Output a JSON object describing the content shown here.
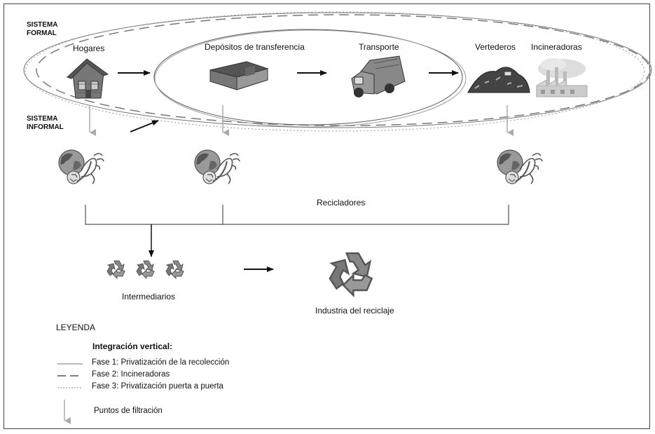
{
  "labels": {
    "formal_line1": "SISTEMA",
    "formal_line2": "FORMAL",
    "informal_line1": "SISTEMA",
    "informal_line2": "INFORMAL",
    "hogares": "Hogares",
    "depositos": "Depósitos de transferencia",
    "transporte": "Transporte",
    "vertederos": "Vertederos",
    "incineradoras": "Incineradoras",
    "recicladores": "Recicladores",
    "intermediarios": "Intermediarios",
    "industria": "Industria del reciclaje"
  },
  "legend": {
    "title": "LEYENDA",
    "subtitle": "Integración vertical:",
    "items": [
      {
        "style": "solid",
        "label": "Fase 1: Privatización de la recolección"
      },
      {
        "style": "dashed",
        "label": "Fase 2: Incineradoras"
      },
      {
        "style": "dotted",
        "label": "Fase 3: Privatización puerta a puerta"
      }
    ],
    "arrow_label": "Puntos de filtración"
  },
  "colors": {
    "arrow": "#111111",
    "filtration_arrow": "#aaaaaa",
    "ellipse": "#555555",
    "icon_dark": "#555555",
    "icon_mid": "#888888",
    "icon_light": "#cccccc"
  },
  "icons": {
    "hogares": "house-icon",
    "depositos": "warehouse-icon",
    "transporte": "garbage-truck-icon",
    "vertederos": "landfill-icon",
    "incineradoras": "incinerator-factory-icon",
    "recicladores": "recycler-globe-icon",
    "intermediarios": "recycle-symbol-icon",
    "industria": "large-recycle-symbol-icon"
  }
}
